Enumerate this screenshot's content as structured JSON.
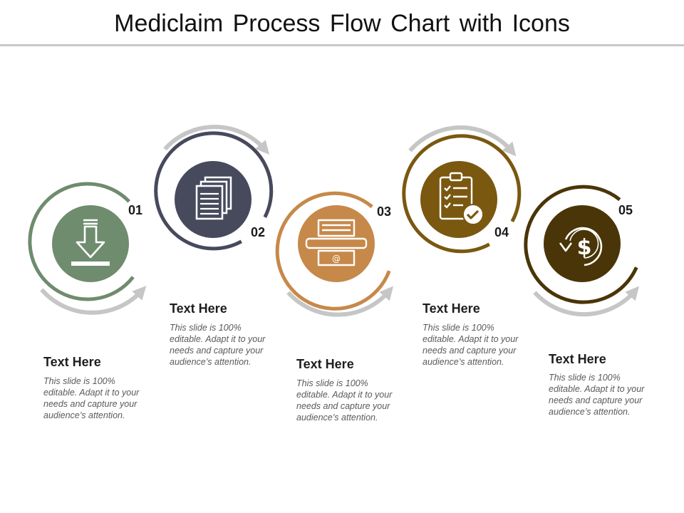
{
  "title": "Mediclaim Process Flow Chart with Icons",
  "colors": {
    "step1": "#6f8c6e",
    "step2": "#474a5c",
    "step3": "#c6894a",
    "step4": "#7a5810",
    "step5": "#4a3508",
    "arrow": "#c6c6c6"
  },
  "steps": [
    {
      "number": "01",
      "heading": "Text Here",
      "text": "This slide is 100% editable. Adapt it to your needs and capture your audience’s attention.",
      "icon": "download-icon"
    },
    {
      "number": "02",
      "heading": "Text Here",
      "text": "This slide is 100% editable. Adapt it to your needs and capture your audience’s attention.",
      "icon": "documents-icon"
    },
    {
      "number": "03",
      "heading": "Text Here",
      "text": "This slide is 100% editable. Adapt it to your needs and capture your audience’s attention.",
      "icon": "fax-email-icon"
    },
    {
      "number": "04",
      "heading": "Text Here",
      "text": "This slide is 100% editable. Adapt it to your needs and capture your audience’s attention.",
      "icon": "clipboard-check-icon"
    },
    {
      "number": "05",
      "heading": "Text Here",
      "text": "This slide is 100% editable. Adapt it to your needs and capture your audience’s attention.",
      "icon": "dollar-refund-icon"
    }
  ]
}
